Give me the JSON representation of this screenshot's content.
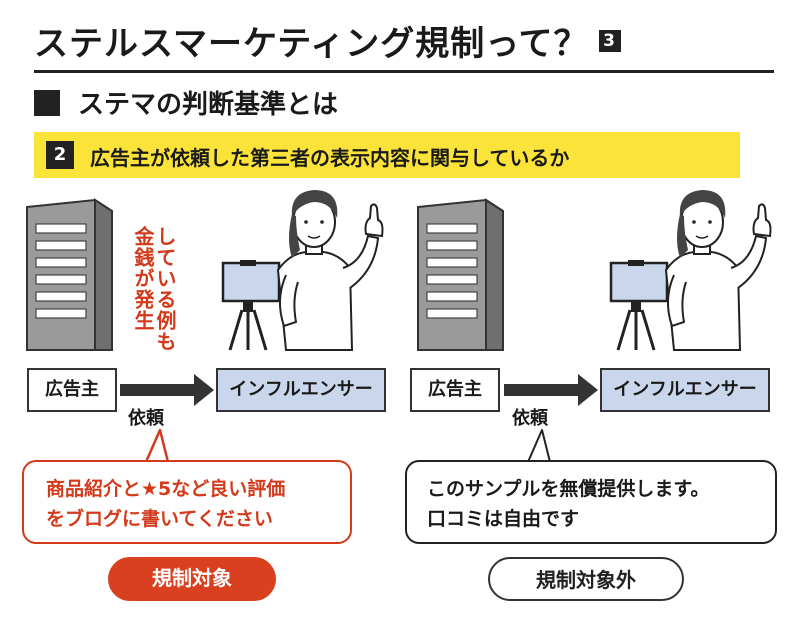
{
  "header": {
    "title": "ステルスマーケティング規制って？",
    "part_number": "3"
  },
  "subtitle": "ステマの判断基準とは",
  "criterion": {
    "number": "2",
    "text": "広告主が依頼した第三者の表示内容に関与しているか"
  },
  "left_case": {
    "advertiser_label": "広告主",
    "influencer_label": "インフルエンサー",
    "request_label": "依頼",
    "money_note_line1": "金銭が発生",
    "money_note_line2": "している例も",
    "bubble_line1": "商品紹介と★5など良い評価",
    "bubble_line2": "をブログに書いてください",
    "verdict": "規制対象"
  },
  "right_case": {
    "advertiser_label": "広告主",
    "influencer_label": "インフルエンサー",
    "request_label": "依頼",
    "bubble_line1": "このサンプルを無償提供します。",
    "bubble_line2": "口コミは自由です",
    "verdict": "規制対象外"
  },
  "colors": {
    "highlight_yellow": "#fbe33a",
    "regulated_red": "#d8401f",
    "influencer_box_blue": "#c9d6ec"
  }
}
